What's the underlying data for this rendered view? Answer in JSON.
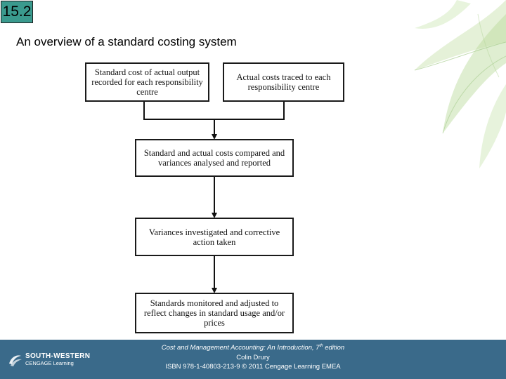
{
  "slide": {
    "number": "15.2",
    "title": "An overview of a standard costing system"
  },
  "diagram": {
    "boxes": {
      "standard_cost": "Standard cost of actual output recorded for each responsibility centre",
      "actual_costs": "Actual costs traced to each responsibility centre",
      "compared": "Standard and actual costs compared and variances analysed and reported",
      "investigated": "Variances investigated and corrective action taken",
      "monitored": "Standards monitored and adjusted to reflect changes in standard usage and/or prices"
    }
  },
  "footer": {
    "book_title": "Cost and Management Accounting: An Introduction, 7",
    "edition_sup": "th",
    "edition_suffix": " edition",
    "author": "Colin Drury",
    "isbn": "ISBN 978-1-40803-213-9 © 2011 Cengage Learning EMEA",
    "logo_brand": "SOUTH-WESTERN",
    "logo_sub": "CENGAGE Learning"
  },
  "colors": {
    "slide_number_bg": "#3a9a8e",
    "footer_bg": "#3a6a8a",
    "leaf_green": "#a9cf8a"
  }
}
